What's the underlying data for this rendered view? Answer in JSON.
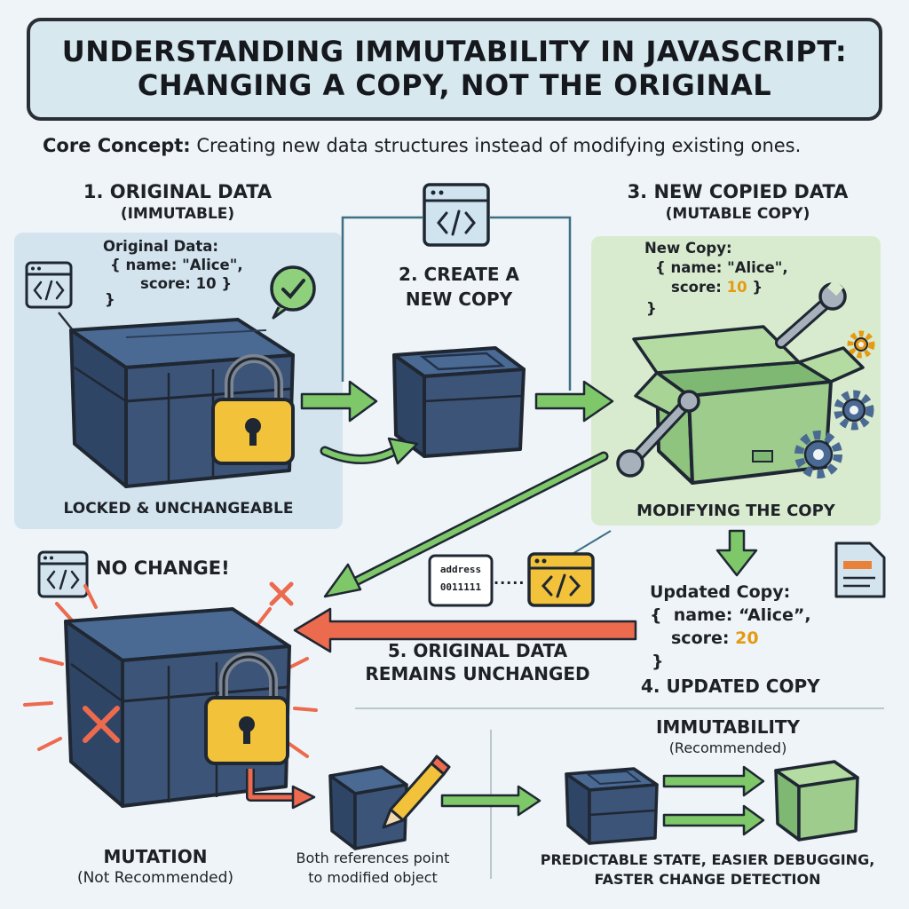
{
  "title": {
    "line1": "UNDERSTANDING IMMUTABILITY IN JAVASCRIPT:",
    "line2": "CHANGING A COPY, NOT THE ORIGINAL"
  },
  "core_concept": {
    "label": "Core Concept:",
    "text": " Creating new data structures instead of modifying existing ones."
  },
  "step1": {
    "heading": "1. ORIGINAL DATA",
    "subheading": "(IMMUTABLE)",
    "code_label": "Original Data:",
    "code_line1": "{ name: \"Alice\",",
    "code_line2": "score: 10 }",
    "code_line3": "}",
    "caption": "LOCKED & UNCHANGEABLE"
  },
  "step2": {
    "line1": "2. CREATE A",
    "line2": "NEW COPY"
  },
  "step3": {
    "heading": "3. NEW COPIED DATA",
    "subheading": "(MUTABLE COPY)",
    "code_label": "New Copy:",
    "code_line1": "{ name: \"Alice\",",
    "code_line2_prefix": "score: ",
    "code_line2_value": "10",
    "code_line2_suffix": " }",
    "code_line3": "}",
    "caption": "MODIFYING THE COPY"
  },
  "reference": {
    "address_label": "address",
    "address_value": "0011111",
    "dots": "....."
  },
  "step4": {
    "code_label": "Updated Copy:",
    "code_line1": "{  name: “Alice”,",
    "code_line2_prefix": "score: ",
    "code_line2_value": "20",
    "code_line3": "}",
    "caption": "4. UPDATED COPY"
  },
  "no_change": {
    "label": "NO CHANGE!"
  },
  "step5": {
    "line1": "5. ORIGINAL DATA",
    "line2": "REMAINS UNCHANGED"
  },
  "mutation": {
    "label": "MUTATION",
    "sublabel": "(Not Recommended)",
    "note_line1": "Both references point",
    "note_line2": "to modified object"
  },
  "immutability": {
    "label": "IMMUTABILITY",
    "sublabel": "(Recommended)",
    "benefits_line1": "PREDICTABLE STATE, EASIER DEBUGGING,",
    "benefits_line2": "FASTER CHANGE DETECTION"
  },
  "icons": {
    "code_window": "code-window-icon",
    "padlock": "padlock-icon",
    "check": "check-bubble-icon",
    "wrench": "wrench-icon",
    "gear": "gear-icon",
    "document": "document-icon",
    "pencil": "pencil-icon",
    "cross": "x-mark-icon",
    "arrow": "arrow-icon"
  },
  "colors": {
    "crate_blue": "#3c5478",
    "crate_dark": "#22324a",
    "open_box_green": "#9dcc8c",
    "lock_yellow": "#f2c23a",
    "arrow_green": "#7ec86a",
    "arrow_red": "#ec6a4e",
    "accent_orange": "#e59a12",
    "panel_blue": "#d3e4ee",
    "panel_green": "#d9ebcf"
  }
}
